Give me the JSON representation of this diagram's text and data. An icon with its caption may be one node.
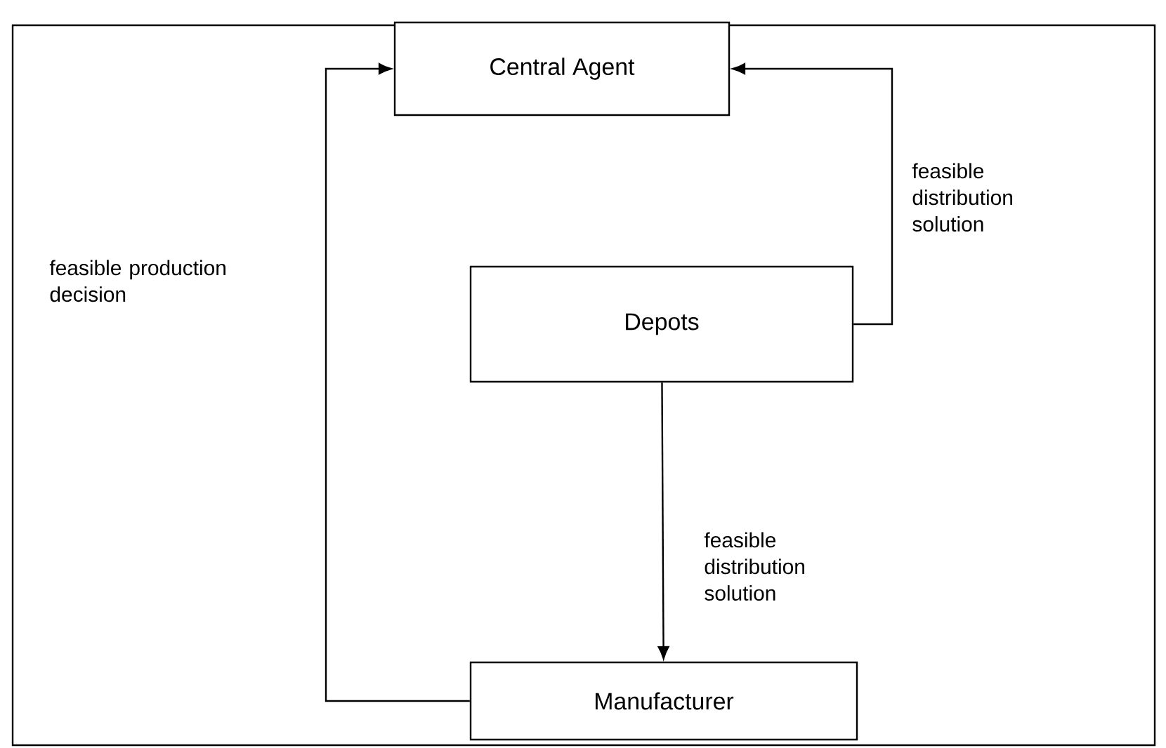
{
  "diagram": {
    "nodes": [
      {
        "text": [
          "Central Agent"
        ]
      },
      {
        "text": [
          "Depots"
        ]
      },
      {
        "text": [
          "Manufacturer"
        ]
      }
    ],
    "edges": [
      {
        "from": 2,
        "to": 0,
        "arrow": "to",
        "label": "feasible production decision"
      },
      {
        "from": 1,
        "to": 0,
        "arrow": "to",
        "label": "feasible distribution solution"
      },
      {
        "from": 1,
        "to": 2,
        "arrow": "to",
        "label": "feasible distribution solution"
      }
    ]
  }
}
